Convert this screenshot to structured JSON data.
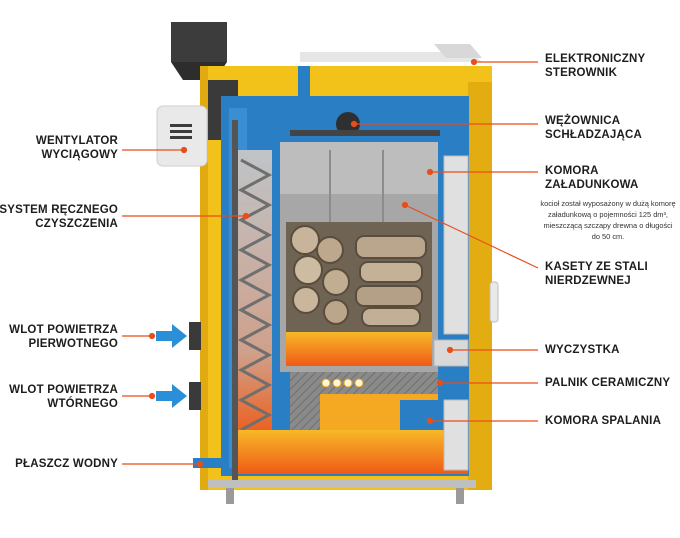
{
  "labels": {
    "elektroniczny_sterownik": [
      "ELEKTRONICZNY",
      "STEROWNIK"
    ],
    "wezownica": [
      "WĘŻOWNICA",
      "SCHŁADZAJĄCA"
    ],
    "komora_zaladunkowa": [
      "KOMORA",
      "ZAŁADUNKOWA"
    ],
    "komora_note": "kocioł został wyposażony w dużą komorę załadunkową o pojemności 125 dm³, mieszczącą szczapy drewna o długości do 50 cm.",
    "kasety": [
      "KASETY ZE STALI",
      "NIERDZEWNEJ"
    ],
    "wyczystka": "WYCZYSTKA",
    "palnik": "PALNIK CERAMICZNY",
    "komora_spalania": "KOMORA SPALANIA",
    "wentylator": [
      "WENTYLATOR",
      "WYCIĄGOWY"
    ],
    "system_czyszczenia": [
      "SYSTEM RĘCZNEGO",
      "CZYSZCZENIA"
    ],
    "wlot_pierwotny": [
      "WLOT POWIETRZA",
      "PIERWOTNEGO"
    ],
    "wlot_wtorny": [
      "WLOT POWIETRZA",
      "WTÓRNEGO"
    ],
    "plaszcz": "PŁASZCZ WODNY"
  },
  "colors": {
    "casing": "#f2c21b",
    "water_jacket": "#2a7fc4",
    "chamber": "#a7a7a7",
    "fire": "#f39a1a",
    "leader": "#e84e1b",
    "arrow": "#2a8fd6"
  }
}
